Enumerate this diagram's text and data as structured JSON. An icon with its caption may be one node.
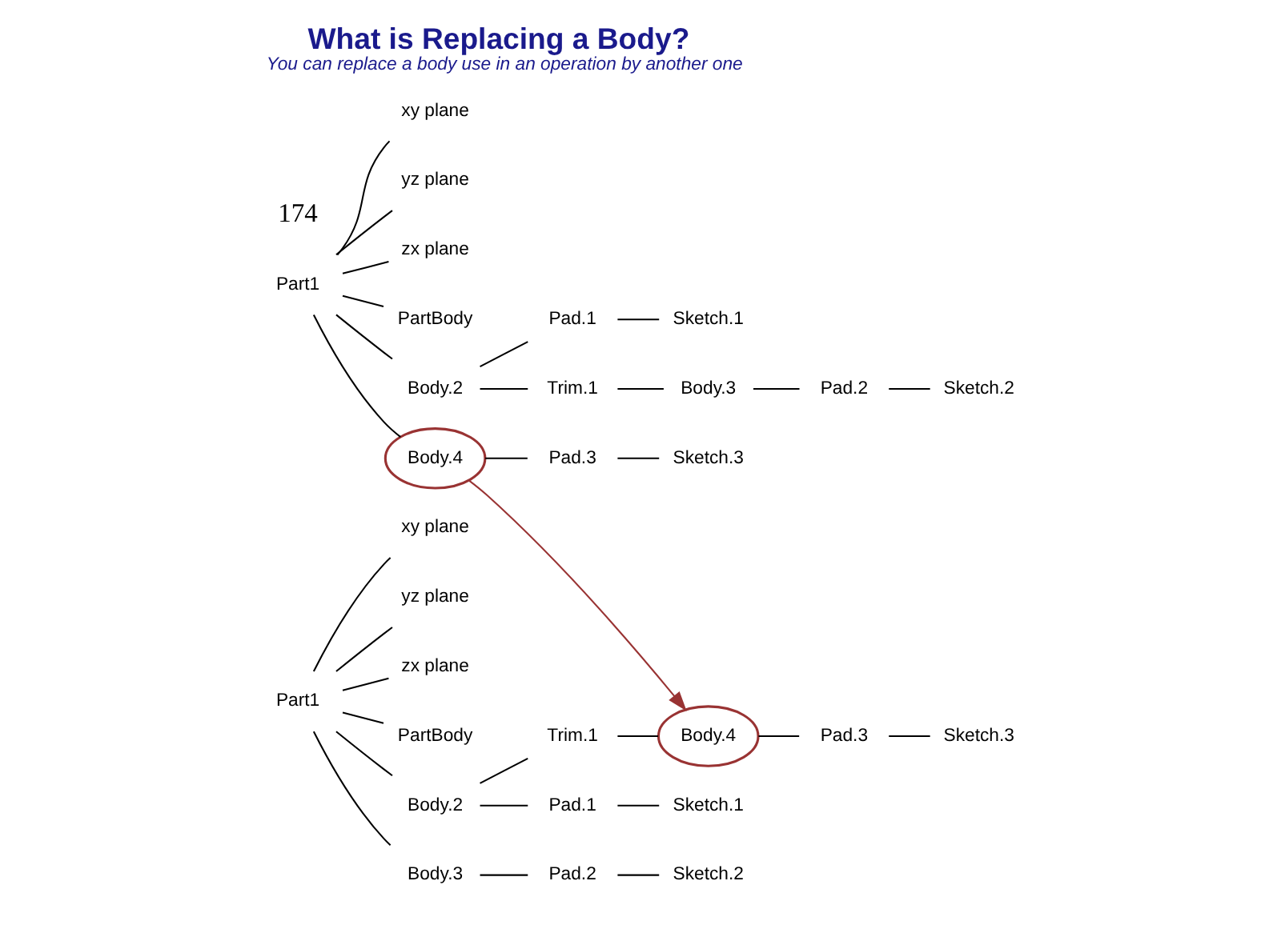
{
  "diagram": {
    "title": "What is Replacing a Body?",
    "caption": "You can replace a body use in an operation by another one",
    "nodes": [
      {
        "text": [
          "Part1"
        ]
      },
      {
        "text": [
          "xy plane"
        ]
      },
      {
        "text": [
          "yz plane"
        ]
      },
      {
        "text": [
          "zx plane"
        ]
      },
      {
        "text": [
          "PartBody"
        ]
      },
      {
        "text": [
          "Body.2"
        ]
      },
      {
        "text": [
          "Pad.1"
        ]
      },
      {
        "text": [
          "Sketch.1"
        ]
      },
      {
        "text": [
          "Trim.1"
        ]
      },
      {
        "text": [
          "Body.3"
        ]
      },
      {
        "text": [
          "Pad.2"
        ]
      },
      {
        "text": [
          "Sketch.2"
        ]
      },
      {
        "text": [
          "Body.4"
        ]
      },
      {
        "text": [
          "Pad.3"
        ]
      },
      {
        "text": [
          "Sketch.3"
        ]
      },
      {
        "text": [
          "Part1"
        ]
      },
      {
        "text": [
          "xy plane"
        ]
      },
      {
        "text": [
          "yz plane"
        ]
      },
      {
        "text": [
          "zx plane"
        ]
      },
      {
        "text": [
          "PartBody"
        ]
      },
      {
        "text": [
          "Body.2"
        ]
      },
      {
        "text": [
          "Pad.1"
        ]
      },
      {
        "text": [
          "Sketch.1"
        ]
      },
      {
        "text": [
          "Trim.1"
        ]
      },
      {
        "text": [
          "Body.4"
        ]
      },
      {
        "text": [
          "Pad.3"
        ]
      },
      {
        "text": [
          "Sketch.3"
        ]
      },
      {
        "text": [
          "Body.3"
        ]
      },
      {
        "text": [
          "Pad.2"
        ]
      },
      {
        "text": [
          "Sketch.2"
        ]
      }
    ],
    "edges": [
      {
        "from": 0,
        "to": 1,
        "arrow": "none"
      },
      {
        "from": 0,
        "to": 2,
        "arrow": "none"
      },
      {
        "from": 0,
        "to": 3,
        "arrow": "none"
      },
      {
        "from": 0,
        "to": 4,
        "arrow": "none"
      },
      {
        "from": 0,
        "to": 5,
        "arrow": "none"
      },
      {
        "from": 5,
        "to": 6,
        "arrow": "none"
      },
      {
        "from": 6,
        "to": 7,
        "arrow": "none"
      },
      {
        "from": 5,
        "to": 8,
        "arrow": "none"
      },
      {
        "from": 8,
        "to": 9,
        "arrow": "none"
      },
      {
        "from": 9,
        "to": 10,
        "arrow": "none"
      },
      {
        "from": 10,
        "to": 11,
        "arrow": "none"
      },
      {
        "from": 0,
        "to": 12,
        "arrow": "none"
      },
      {
        "from": 12,
        "to": 13,
        "arrow": "none"
      },
      {
        "from": 13,
        "to": 14,
        "arrow": "none"
      },
      {
        "from": 15,
        "to": 16,
        "arrow": "none"
      },
      {
        "from": 15,
        "to": 17,
        "arrow": "none"
      },
      {
        "from": 15,
        "to": 18,
        "arrow": "none"
      },
      {
        "from": 15,
        "to": 19,
        "arrow": "none"
      },
      {
        "from": 15,
        "to": 20,
        "arrow": "none"
      },
      {
        "from": 20,
        "to": 21,
        "arrow": "none"
      },
      {
        "from": 21,
        "to": 22,
        "arrow": "none"
      },
      {
        "from": 20,
        "to": 23,
        "arrow": "none"
      },
      {
        "from": 23,
        "to": 24,
        "arrow": "none"
      },
      {
        "from": 24,
        "to": 25,
        "arrow": "none"
      },
      {
        "from": 25,
        "to": 26,
        "arrow": "none"
      },
      {
        "from": 15,
        "to": 27,
        "arrow": "none"
      },
      {
        "from": 27,
        "to": 28,
        "arrow": "none"
      },
      {
        "from": 28,
        "to": 29,
        "arrow": "none"
      },
      {
        "from": 12,
        "to": 24,
        "arrow": "to",
        "color": "#993333"
      }
    ],
    "labels": [
      "174"
    ]
  }
}
